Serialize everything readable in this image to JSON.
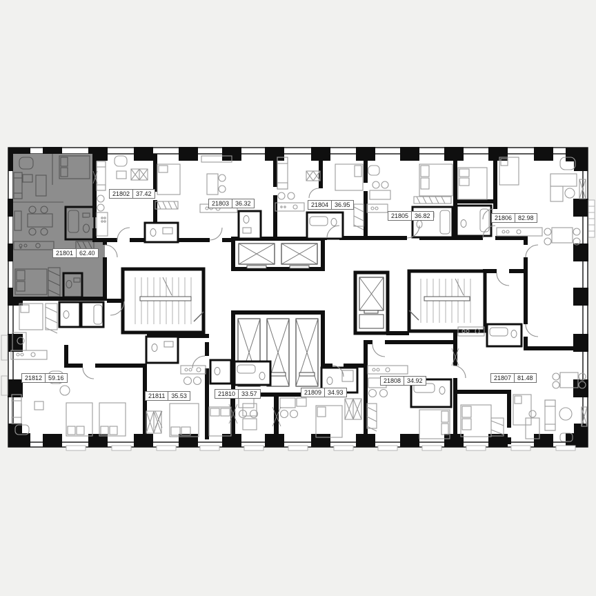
{
  "page": {
    "background_color": "#f1f1ef",
    "view": "building-floor-plan"
  },
  "floor_plan": {
    "wall_color": "#0f0f0f",
    "selected_unit_id": "21801",
    "selected_unit_fill": "#8d8d8d",
    "cores": {
      "elevators_top_bank": 2,
      "elevators_bottom_bank": 3,
      "service_elevator": 1,
      "stairwells": 2
    },
    "units": [
      {
        "id": "21801",
        "area": "62.40",
        "highlighted": true
      },
      {
        "id": "21802",
        "area": "37.42",
        "highlighted": false
      },
      {
        "id": "21803",
        "area": "36.32",
        "highlighted": false
      },
      {
        "id": "21804",
        "area": "36.95",
        "highlighted": false
      },
      {
        "id": "21805",
        "area": "36.82",
        "highlighted": false
      },
      {
        "id": "21806",
        "area": "82.98",
        "highlighted": false
      },
      {
        "id": "21807",
        "area": "81.48",
        "highlighted": false
      },
      {
        "id": "21808",
        "area": "34.92",
        "highlighted": false
      },
      {
        "id": "21809",
        "area": "34.93",
        "highlighted": false
      },
      {
        "id": "21810",
        "area": "33.57",
        "highlighted": false
      },
      {
        "id": "21811",
        "area": "35.53",
        "highlighted": false
      },
      {
        "id": "21812",
        "area": "59.16",
        "highlighted": false
      }
    ]
  }
}
